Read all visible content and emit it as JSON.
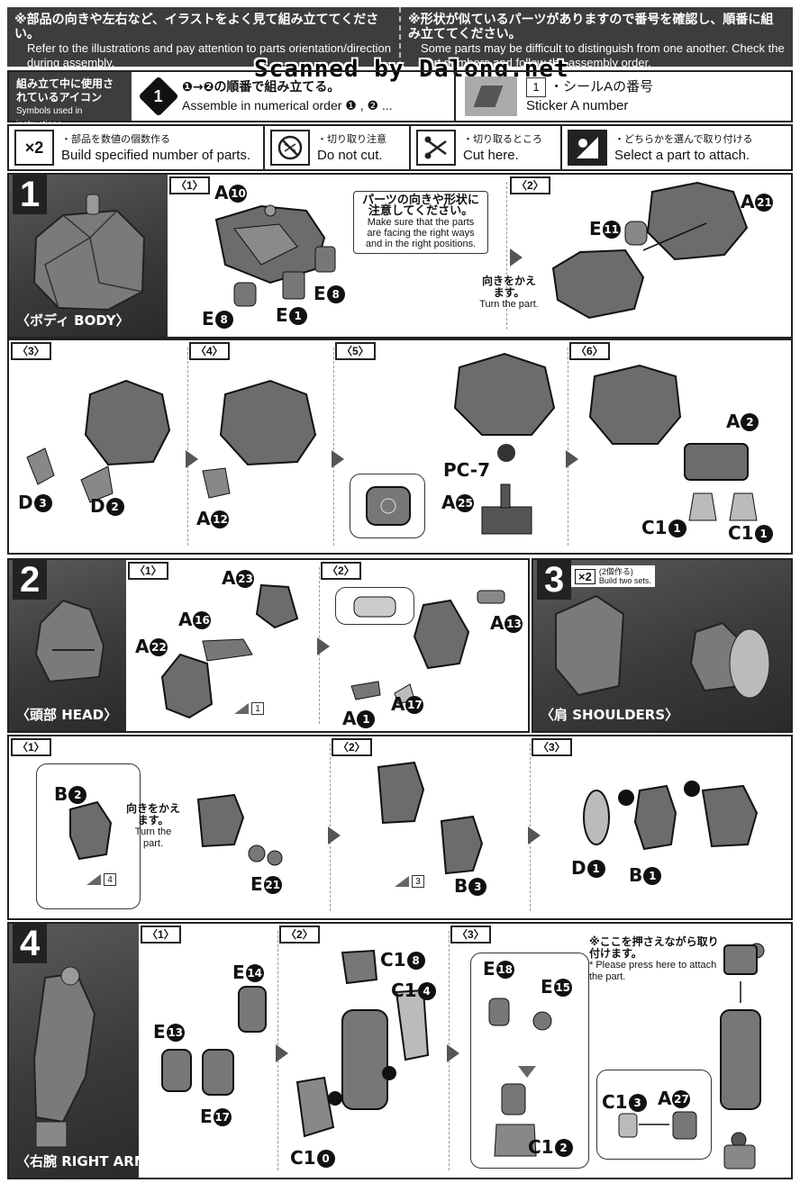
{
  "top_notes": {
    "left_jp": "※部品の向きや左右など、イラストをよく見て組み立ててください。",
    "left_en": "Refer to the illustrations and pay attention to parts orientation/direction during assembly.",
    "right_jp": "※形状が似ているパーツがありますので番号を確認し、順番に組み立ててください。",
    "right_en": "Some parts may be difficult to distinguish from one another. Check the part numbers and follow the assembly order."
  },
  "watermark": "Scanned by Dalong.net",
  "legend": {
    "symbols_jp": "組み立て中に使用されているアイコン",
    "symbols_en": "Symbols used in instructions",
    "order_num": "1",
    "order_jp": "❶→❷の順番で組み立てる。",
    "order_en": "Assemble in numerical order ❶ , ❷ ...",
    "sticker_num": "1",
    "sticker_jp": "・シールAの番号",
    "sticker_en": "Sticker A number",
    "multiply_icon": "×2",
    "multiply_jp": "・部品を数値の個数作る",
    "multiply_en": "Build specified number of parts.",
    "nocut_jp": "・切り取り注意",
    "nocut_en": "Do not cut.",
    "cut_jp": "・切り取るところ",
    "cut_en": "Cut here.",
    "select_jp": "・どちらかを選んで取り付ける",
    "select_en": "Select a part to attach."
  },
  "step1": {
    "num": "1",
    "photo_label": "〈ボディ BODY〉",
    "sub1": "〈1〉",
    "sub2": "〈2〉",
    "sub3": "〈3〉",
    "sub4": "〈4〉",
    "sub5": "〈5〉",
    "sub6": "〈6〉",
    "warn_jp": "パーツの向きや形状に注意してください。",
    "warn_en": "Make sure that the parts are facing the right ways and in the right positions.",
    "turn_jp": "向きをかえます。",
    "turn_en": "Turn the part.",
    "parts": {
      "a10": "A",
      "a10n": "10",
      "e8a": "E",
      "e8an": "8",
      "e8b": "E",
      "e8bn": "8",
      "e1": "E",
      "e1n": "1",
      "a21": "A",
      "a21n": "21",
      "e11": "E",
      "e11n": "11",
      "d3": "D",
      "d3n": "3",
      "d2": "D",
      "d2n": "2",
      "a12": "A",
      "a12n": "12",
      "pc7": "PC-7",
      "a25": "A",
      "a25n": "25",
      "a2": "A",
      "a2n": "2",
      "c1a": "C1",
      "c1an": "1",
      "c1b": "C1",
      "c1bn": "1"
    }
  },
  "step2": {
    "num": "2",
    "photo_label": "〈頭部 HEAD〉",
    "sub1": "〈1〉",
    "sub2": "〈2〉",
    "sticker_num": "1",
    "parts": {
      "a23": "A",
      "a23n": "23",
      "a16": "A",
      "a16n": "16",
      "a22": "A",
      "a22n": "22",
      "a13": "A",
      "a13n": "13",
      "a1": "A",
      "a1n": "1",
      "a17": "A",
      "a17n": "17"
    }
  },
  "step3": {
    "num": "3",
    "multiply": "×2",
    "multiply_jp": "(2個作る)",
    "multiply_en": "Build two sets.",
    "photo_label": "〈肩 SHOULDERS〉",
    "sub1": "〈1〉",
    "sub2": "〈2〉",
    "sub3": "〈3〉",
    "turn_jp": "向きをかえます。",
    "turn_en": "Turn the part.",
    "sticker_a": "4",
    "sticker_b": "3",
    "parts": {
      "b2": "B",
      "b2n": "2",
      "e21": "E",
      "e21n": "21",
      "b3": "B",
      "b3n": "3",
      "d1": "D",
      "d1n": "1",
      "b1": "B",
      "b1n": "1"
    }
  },
  "step4": {
    "num": "4",
    "photo_label": "〈右腕 RIGHT ARM〉",
    "sub1": "〈1〉",
    "sub2": "〈2〉",
    "sub3": "〈3〉",
    "press_jp": "※ここを押さえながら取り付けます。",
    "press_en": "* Please press here to attach the part.",
    "parts": {
      "e14": "E",
      "e14n": "14",
      "e13": "E",
      "e13n": "13",
      "e17": "E",
      "e17n": "17",
      "c18": "C1",
      "c18n": "8",
      "c14": "C1",
      "c14n": "4",
      "c10": "C1",
      "c10n": "0",
      "e18": "E",
      "e18n": "18",
      "e15": "E",
      "e15n": "15",
      "c12": "C1",
      "c12n": "2",
      "c13": "C1",
      "c13n": "3",
      "a27": "A",
      "a27n": "27"
    }
  }
}
